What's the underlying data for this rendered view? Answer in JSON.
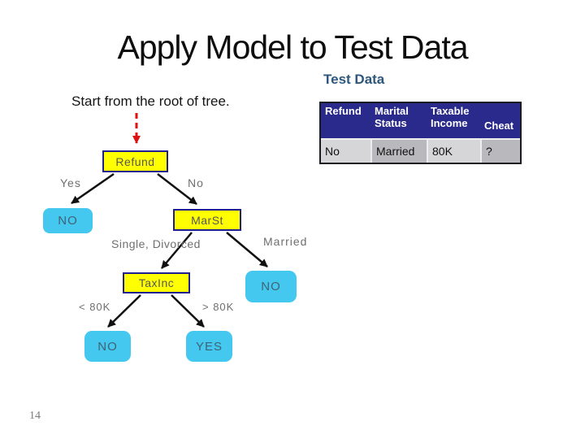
{
  "slide": {
    "title": "Apply Model to Test Data",
    "subtitle": "Test Data",
    "instruction": "Start from the root of tree.",
    "page_number": "14"
  },
  "test_table": {
    "headers": [
      "Refund",
      "Marital Status",
      "Taxable Income",
      "Cheat"
    ],
    "row": [
      "No",
      "Married",
      "80K",
      "?"
    ]
  },
  "tree": {
    "nodes": {
      "refund": "Refund",
      "marst": "MarSt",
      "taxinc": "TaxInc",
      "leaf_no_refund": "NO",
      "leaf_no_married": "NO",
      "leaf_no_low_income": "NO",
      "leaf_yes_high_income": "YES"
    },
    "edges": {
      "yes": "Yes",
      "no": "No",
      "single_divorced": "Single, Divorced",
      "married": "Married",
      "lt_80k": "< 80K",
      "gt_80k": "> 80K"
    }
  },
  "colors": {
    "decision_node_fill": "#ffff00",
    "decision_node_border": "#1f1f8f",
    "leaf_node_fill": "#45c8f0",
    "table_header_bg": "#2a2a8c",
    "subtitle_text": "#2d577c",
    "entry_arrow_red": "#dd1111",
    "edge_black": "#111111"
  }
}
